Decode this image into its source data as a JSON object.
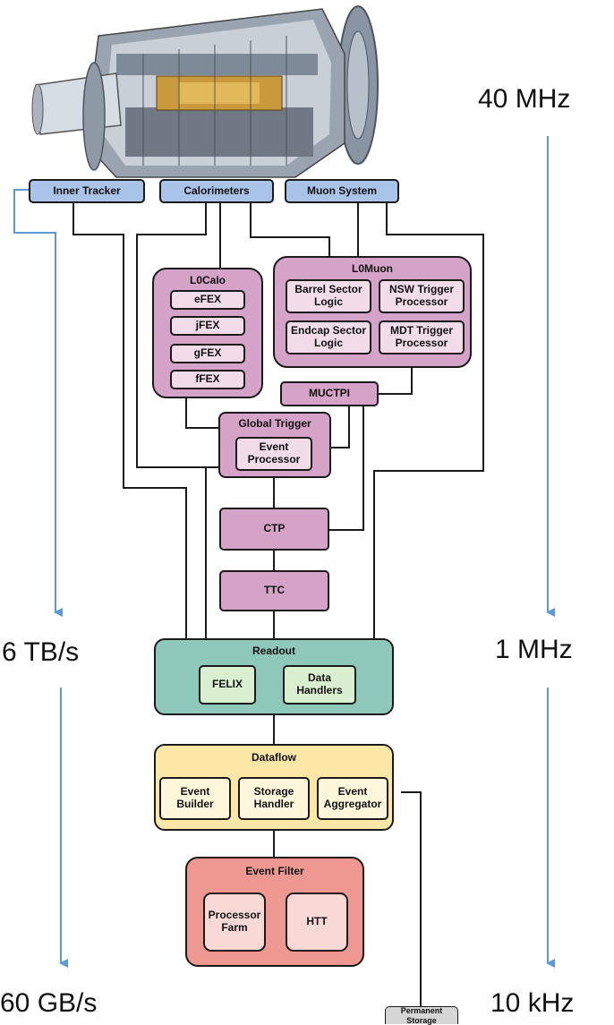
{
  "colors": {
    "subsystem": "#a9c4e8",
    "trigger": "#d6a3c8",
    "readout": "#8ec8bb",
    "dataflow": "#fde7a6",
    "event_filter": "#ee9891",
    "storage": "#d6d6d6",
    "rate_arrow": "#5b9bd5"
  },
  "detector_image": {
    "icon": "atlas-detector-illustration"
  },
  "subsystems": {
    "inner_tracker": "Inner Tracker",
    "calorimeters": "Calorimeters",
    "muon_system": "Muon System"
  },
  "l0calo": {
    "title": "L0Calo",
    "items": [
      "eFEX",
      "jFEX",
      "gFEX",
      "fFEX"
    ]
  },
  "l0muon": {
    "title": "L0Muon",
    "barrel": "Barrel Sector Logic",
    "nsw": "NSW Trigger Processor",
    "endcap": "Endcap Sector Logic",
    "mdt": "MDT Trigger Processor"
  },
  "muctpi": "MUCTPI",
  "global_trigger": {
    "title": "Global Trigger",
    "event_processor": "Event Processor"
  },
  "ctp": "CTP",
  "ttc": "TTC",
  "readout": {
    "title": "Readout",
    "felix": "FELIX",
    "data_handlers": "Data Handlers"
  },
  "dataflow": {
    "title": "Dataflow",
    "event_builder": "Event Builder",
    "storage_handler": "Storage Handler",
    "event_aggregator": "Event Aggregator"
  },
  "event_filter": {
    "title": "Event Filter",
    "processor_farm": "Processor Farm",
    "htt": "HTT"
  },
  "permanent_storage": "Permanent Storage",
  "rates": {
    "top_right": "40 MHz",
    "mid_right": "1 MHz",
    "bottom_right": "10 kHz",
    "mid_left": "6 TB/s",
    "bottom_left": "60 GB/s"
  }
}
